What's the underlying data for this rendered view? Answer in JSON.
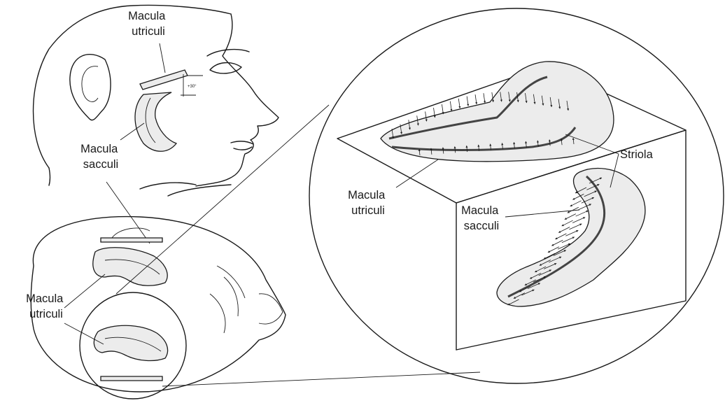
{
  "labels": {
    "head_utriculi": [
      "Macula",
      "utriculi"
    ],
    "head_sacculi": [
      "Macula",
      "sacculi"
    ],
    "angle": "+30°",
    "cube_utriculi": [
      "Macula",
      "utriculi"
    ],
    "cube_striola": "Striola",
    "cube_sacculi": [
      "Macula",
      "sacculi"
    ],
    "skull_utriculi": [
      "Macula",
      "utriculi"
    ]
  }
}
